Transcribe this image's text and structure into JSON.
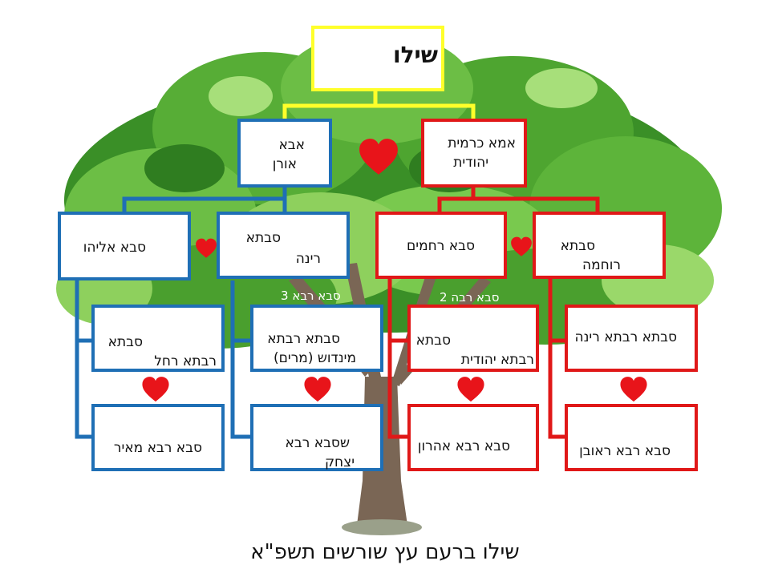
{
  "root": {
    "name": "שילו"
  },
  "parents": {
    "father": {
      "line1": "אבא",
      "line2": "אורן"
    },
    "mother": {
      "line1": "אמא כרמית",
      "line2": "יהודית"
    }
  },
  "grandparents": {
    "eliyahu": {
      "line1": "סבא אליהו"
    },
    "rina": {
      "line1": "סבתא",
      "line2": "רינה"
    },
    "rachamim": {
      "line1": "סבא רחמים"
    },
    "ruchama": {
      "line1": "סבתא",
      "line2": "רוחמה"
    }
  },
  "great_grandparents": {
    "rachel": {
      "line1": "סבתא",
      "line2": "רבתא רחל"
    },
    "meir": {
      "line1": "סבא רבא מאיר"
    },
    "mindush": {
      "line1": "סבתא רבתא",
      "line2": "מינדוש (מרים)"
    },
    "yitzchak": {
      "line1": "שסבא רבא",
      "line2": "יצחק"
    },
    "yehudit": {
      "line1": "סבתא",
      "line2": "רבתא יהודית"
    },
    "aharon": {
      "line1": "סבא רבא אהרון"
    },
    "rina2": {
      "line1": "סבתא רבתא רינה"
    },
    "reuven": {
      "line1": "סבא רבא ראובן"
    }
  },
  "overlay_labels": {
    "left": "סבא רבא 3",
    "right": "סבא רבה 2"
  },
  "caption": "שילו ברעם עץ שורשים תשפ\"א",
  "colors": {
    "father_line": "#1f6fb5",
    "mother_line": "#e01818",
    "root": "#ffff2a",
    "heart": "#e8141a",
    "foliage": "#3e9a2a",
    "trunk": "#6b5a4a"
  }
}
